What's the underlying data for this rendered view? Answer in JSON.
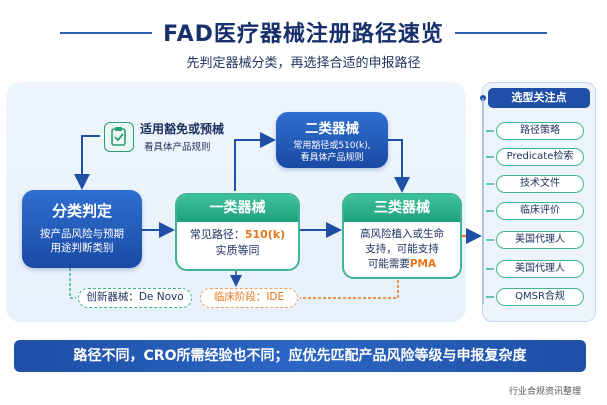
{
  "title": "FAD医疗器械注册路径速览",
  "subtitle": "先判定器械分类，再选择合适的申报路径",
  "exempt": {
    "title": "适用豁免或预械",
    "desc": "看具体产品规则"
  },
  "class_judge": {
    "title": "分类判定",
    "desc_1": "按产品风险与预期",
    "desc_2": "用途判断类别"
  },
  "class1": {
    "title": "一类器械",
    "line_prefix": "常见路径：",
    "line_highlight": "510(k)",
    "line_2": "实质等同"
  },
  "class2": {
    "title": "二类器械",
    "desc_1": "常用豁径或510(k),",
    "desc_2": "看具体产品规则"
  },
  "class3": {
    "title": "三类器械",
    "desc_1": "高风险植入或生命",
    "desc_2": "支持，可能支持",
    "desc_3_prefix": "可能需要",
    "desc_3_highlight": "PMA"
  },
  "pills": {
    "de_novo": "创新器械：De Novo",
    "ide": "临床阶段：IDE"
  },
  "right_panel": {
    "title": "选型关注点",
    "items": [
      "路径策略",
      "Predicate检索",
      "技术文件",
      "临床评价",
      "美国代理人",
      "美国代理人",
      "QMSR合规"
    ]
  },
  "banner": "路径不同，CRO所需经验也不同；应优先匹配产品风险等级与申报复杂度",
  "footer": "行业合规资讯整理",
  "colors": {
    "primary_blue": "#1f4fa6",
    "accent_green": "#3fb592",
    "highlight_orange": "#e8751a"
  }
}
